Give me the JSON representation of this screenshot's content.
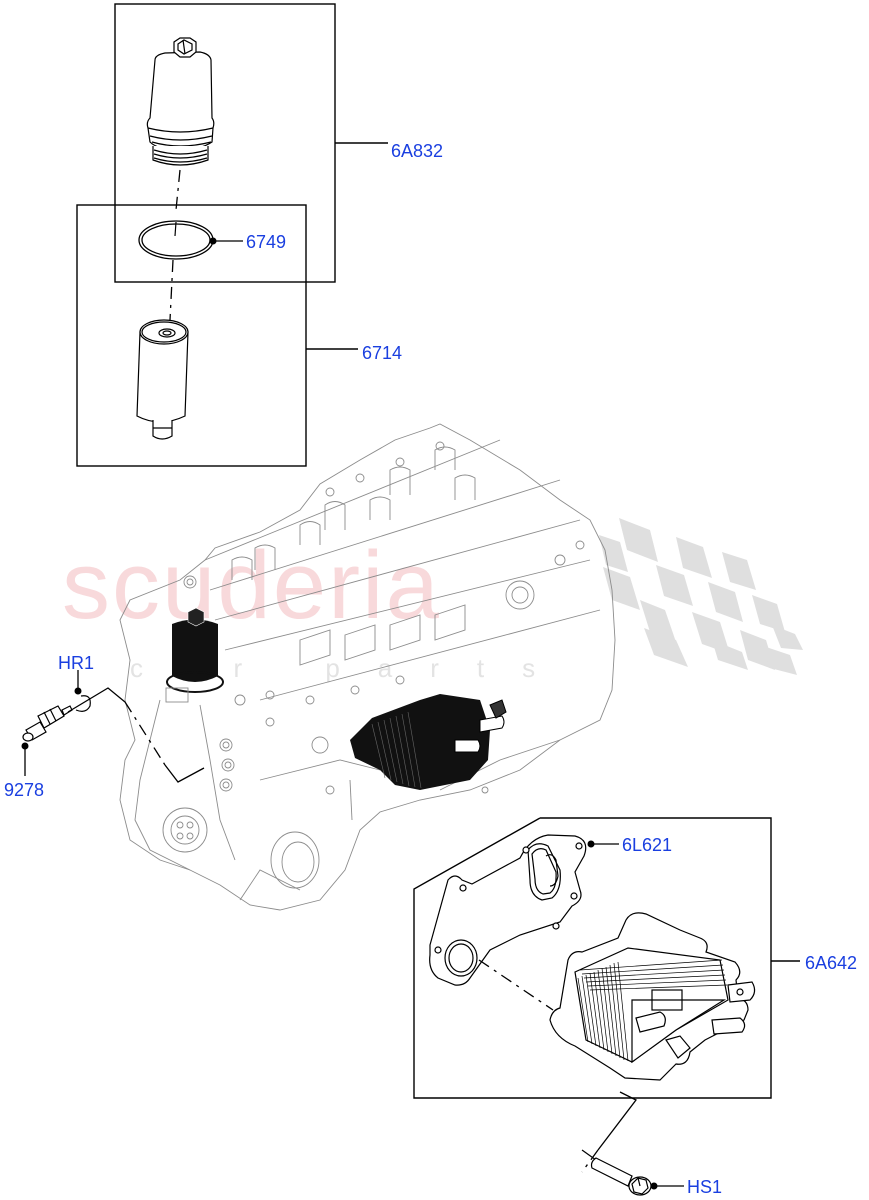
{
  "diagram": {
    "type": "exploded parts diagram",
    "subject": "Engine oil filter housing and oil cooler assembly",
    "label_color": "#1a3fe0",
    "line_color": "#000000"
  },
  "watermark": {
    "main": "scuderia",
    "sub": "car parts",
    "main_color": "#f0aaaf",
    "flag_color": "#d9d9d9"
  },
  "callouts": [
    {
      "id": "6A832",
      "label": "6A832",
      "part": "oil filter cap / housing cover"
    },
    {
      "id": "6749",
      "label": "6749",
      "part": "O-ring seal"
    },
    {
      "id": "6714",
      "label": "6714",
      "part": "oil filter element"
    },
    {
      "id": "HR1",
      "label": "HR1",
      "part": "sealing ring"
    },
    {
      "id": "9278",
      "label": "9278",
      "part": "oil pressure switch"
    },
    {
      "id": "6L621",
      "label": "6L621",
      "part": "oil cooler gasket"
    },
    {
      "id": "6A642",
      "label": "6A642",
      "part": "oil cooler"
    },
    {
      "id": "HS1",
      "label": "HS1",
      "part": "bolt"
    }
  ]
}
